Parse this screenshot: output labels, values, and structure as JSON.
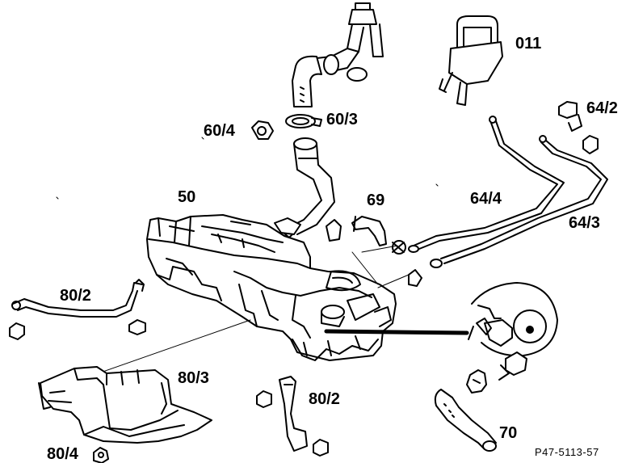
{
  "diagram": {
    "labels": {
      "l011": "011",
      "l64_2": "64/2",
      "l60_4": "60/4",
      "l60_3": "60/3",
      "l50": "50",
      "l69": "69",
      "l64_4": "64/4",
      "l64_3": "64/3",
      "l80_2a": "80/2",
      "l80_3": "80/3",
      "l80_2b": "80/2",
      "l80_4": "80/4",
      "l70": "70"
    },
    "reference_code": "P47-5113-57"
  }
}
